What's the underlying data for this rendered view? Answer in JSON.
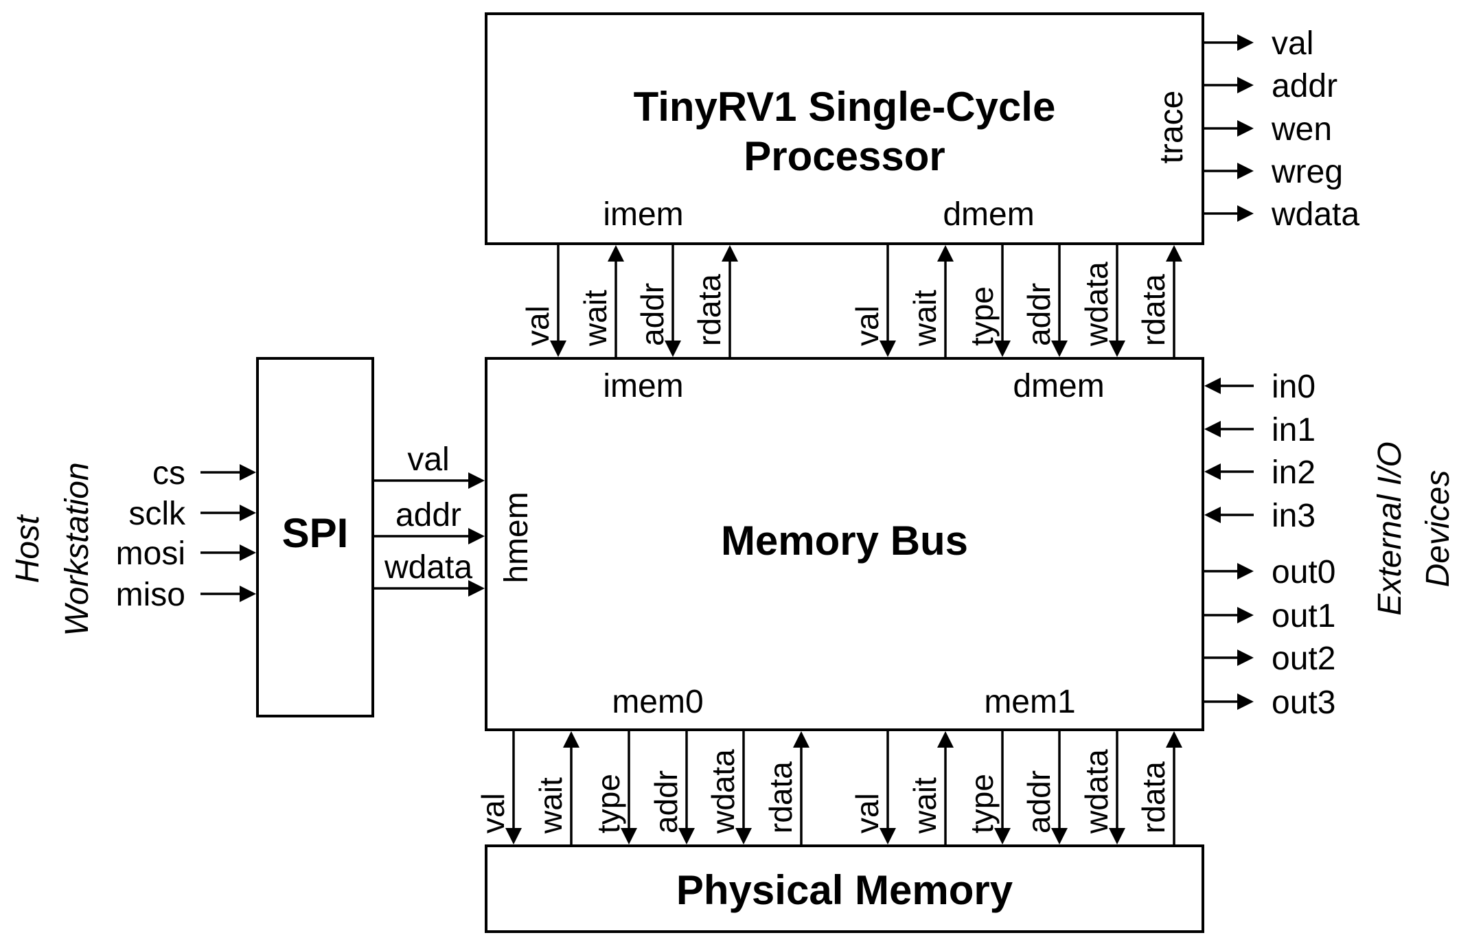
{
  "diagram": {
    "processor": {
      "title_line1": "TinyRV1 Single-Cycle",
      "title_line2": "Processor",
      "imem_label": "imem",
      "dmem_label": "dmem",
      "trace_label": "trace",
      "trace_outputs": [
        "val",
        "addr",
        "wen",
        "wreg",
        "wdata"
      ]
    },
    "proc_to_bus": {
      "imem": [
        {
          "name": "val",
          "dir": "down"
        },
        {
          "name": "wait",
          "dir": "up"
        },
        {
          "name": "addr",
          "dir": "down"
        },
        {
          "name": "rdata",
          "dir": "up"
        }
      ],
      "dmem": [
        {
          "name": "val",
          "dir": "down"
        },
        {
          "name": "wait",
          "dir": "up"
        },
        {
          "name": "type",
          "dir": "down"
        },
        {
          "name": "addr",
          "dir": "down"
        },
        {
          "name": "wdata",
          "dir": "down"
        },
        {
          "name": "rdata",
          "dir": "up"
        }
      ]
    },
    "memory_bus": {
      "title": "Memory Bus",
      "imem_label": "imem",
      "dmem_label": "dmem",
      "hmem_label": "hmem",
      "mem0_label": "mem0",
      "mem1_label": "mem1",
      "inputs": [
        "in0",
        "in1",
        "in2",
        "in3"
      ],
      "outputs": [
        "out0",
        "out1",
        "out2",
        "out3"
      ]
    },
    "spi": {
      "title": "SPI",
      "host_inputs": [
        "cs",
        "sclk",
        "mosi",
        "miso"
      ],
      "bus_outputs": [
        "val",
        "addr",
        "wdata"
      ]
    },
    "bus_to_mem": {
      "mem0": [
        {
          "name": "val",
          "dir": "down"
        },
        {
          "name": "wait",
          "dir": "up"
        },
        {
          "name": "type",
          "dir": "down"
        },
        {
          "name": "addr",
          "dir": "down"
        },
        {
          "name": "wdata",
          "dir": "down"
        },
        {
          "name": "rdata",
          "dir": "up"
        }
      ],
      "mem1": [
        {
          "name": "val",
          "dir": "down"
        },
        {
          "name": "wait",
          "dir": "up"
        },
        {
          "name": "type",
          "dir": "down"
        },
        {
          "name": "addr",
          "dir": "down"
        },
        {
          "name": "wdata",
          "dir": "down"
        },
        {
          "name": "rdata",
          "dir": "up"
        }
      ]
    },
    "physical_memory": {
      "title": "Physical Memory"
    },
    "host_label_line1": "Host",
    "host_label_line2": "Workstation",
    "external_label_line1": "External I/O",
    "external_label_line2": "Devices"
  }
}
